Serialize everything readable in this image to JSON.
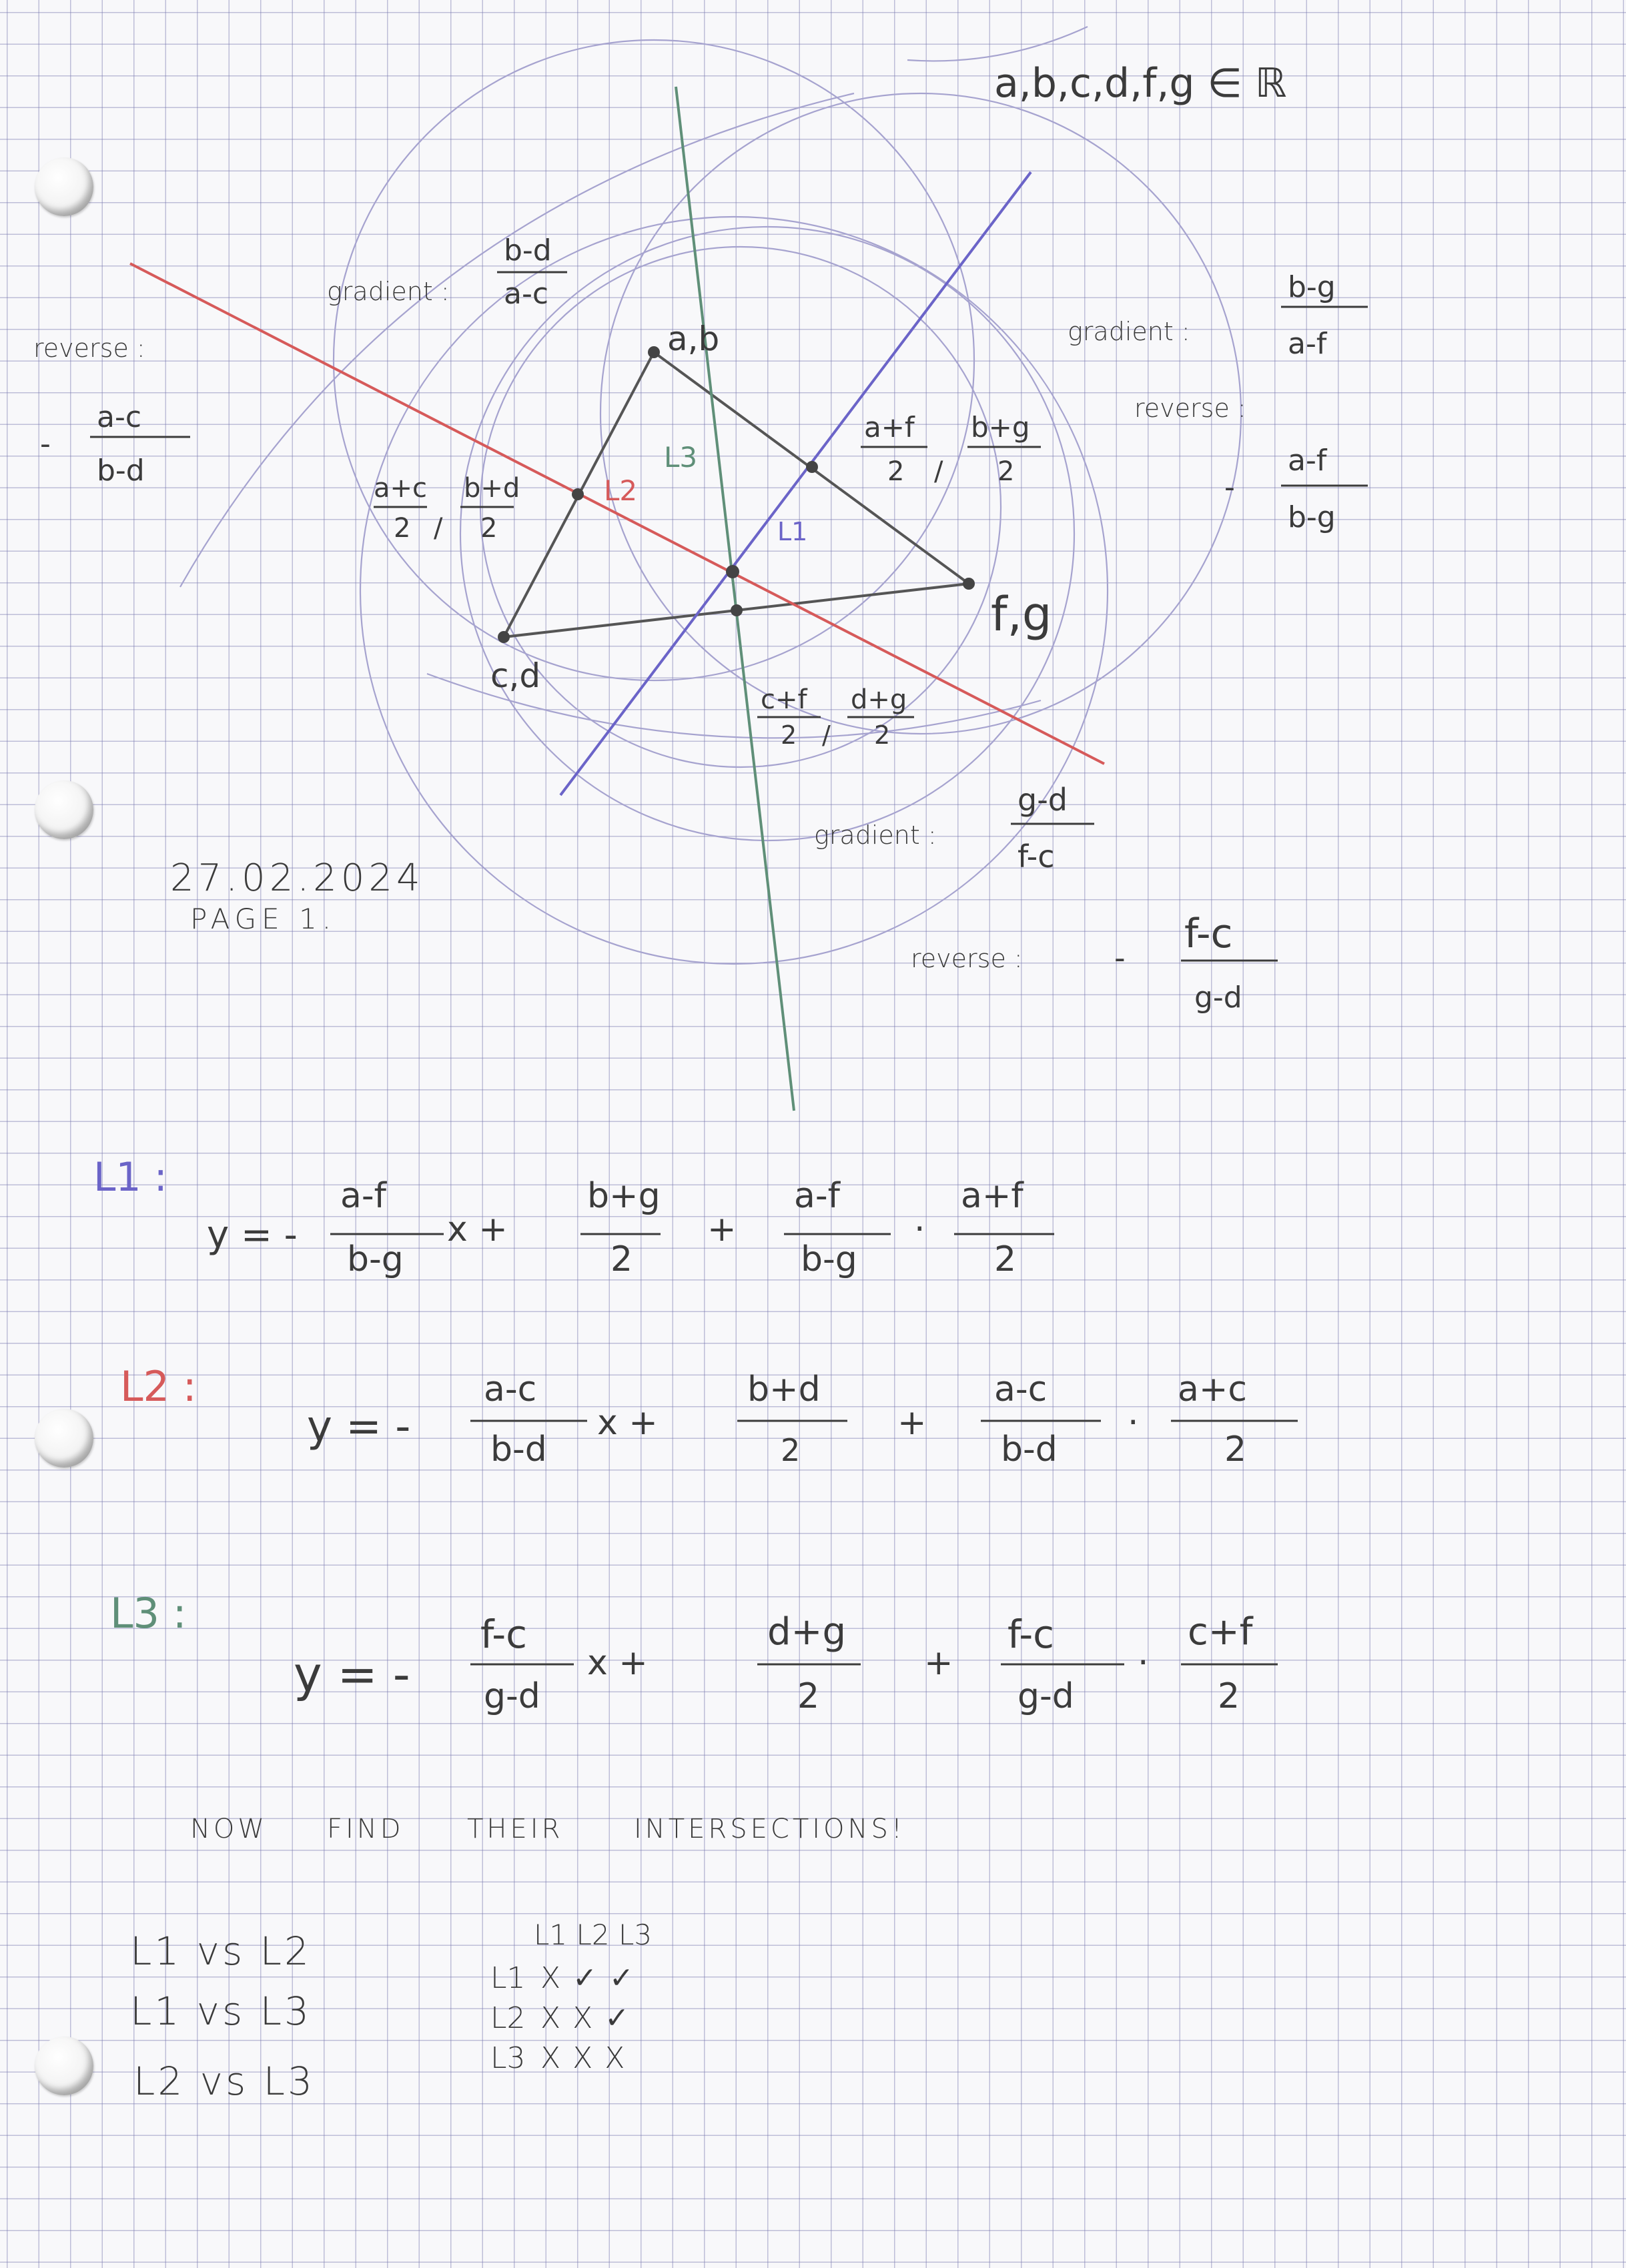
{
  "header": {
    "set_statement": "a,b,c,d,f,g ∈ ℝ"
  },
  "date_stamp": {
    "date": "27.02.2024",
    "page": "PAGE 1."
  },
  "construction": {
    "vertex_ab": "a,b",
    "vertex_cd": "c,d",
    "vertex_fg": "f,g",
    "labels": {
      "l1": "L1",
      "l2": "L2",
      "l3": "L3"
    },
    "midpoint_ac": {
      "num_a": "a+c",
      "den_a": "2",
      "num_b": "b+d",
      "den_b": "2"
    },
    "midpoint_af": {
      "num_a": "a+f",
      "den_a": "2",
      "num_b": "b+g",
      "den_b": "2"
    },
    "midpoint_cf": {
      "num_a": "c+f",
      "den_a": "2",
      "num_b": "d+g",
      "den_b": "2"
    },
    "gradient_word": "gradient :",
    "reverse_word": "reverse :",
    "grad_ac": {
      "num": "b-d",
      "den": "a-c"
    },
    "rev_ac": {
      "sign": "-",
      "num": "a-c",
      "den": "b-d"
    },
    "grad_af": {
      "num": "b-g",
      "den": "a-f"
    },
    "rev_af": {
      "sign": "-",
      "num": "a-f",
      "den": "b-g"
    },
    "grad_cf": {
      "num": "g-d",
      "den": "f-c"
    },
    "rev_cf": {
      "sign": "-",
      "num": "f-c",
      "den": "g-d"
    },
    "line_colors": {
      "l1": "#6b64c8",
      "l2": "#d65a5a",
      "l3": "#5f8f78",
      "triangle": "#555555"
    }
  },
  "equations": {
    "l1": {
      "label": "L1 :",
      "y": "y = -",
      "f1n": "a-f",
      "f1d": "b-g",
      "x": "x +",
      "f2n": "b+g",
      "f2d": "2",
      "plus": "+",
      "f3n": "a-f",
      "f3d": "b-g",
      "dot": "·",
      "f4n": "a+f",
      "f4d": "2"
    },
    "l2": {
      "label": "L2 :",
      "y": "y = -",
      "f1n": "a-c",
      "f1d": "b-d",
      "x": "x +",
      "f2n": "b+d",
      "f2d": "2",
      "plus": "+",
      "f3n": "a-c",
      "f3d": "b-d",
      "dot": "·",
      "f4n": "a+c",
      "f4d": "2"
    },
    "l3": {
      "label": "L3 :",
      "y": "y = -",
      "f1n": "f-c",
      "f1d": "g-d",
      "x": "x +",
      "f2n": "d+g",
      "f2d": "2",
      "plus": "+",
      "f3n": "f-c",
      "f3d": "g-d",
      "dot": "·",
      "f4n": "c+f",
      "f4d": "2"
    }
  },
  "instruction": [
    "NOW",
    "FIND",
    "THEIR",
    "INTERSECTIONS!"
  ],
  "pairs": [
    "L1 vs L2",
    "L1 vs L3",
    "L2 vs L3"
  ],
  "matrix": {
    "header": "L1 L2 L3",
    "rows": [
      {
        "label": "L1",
        "marks": "X ✓ ✓"
      },
      {
        "label": "L2",
        "marks": "X X ✓"
      },
      {
        "label": "L3",
        "marks": "X X X"
      }
    ]
  }
}
